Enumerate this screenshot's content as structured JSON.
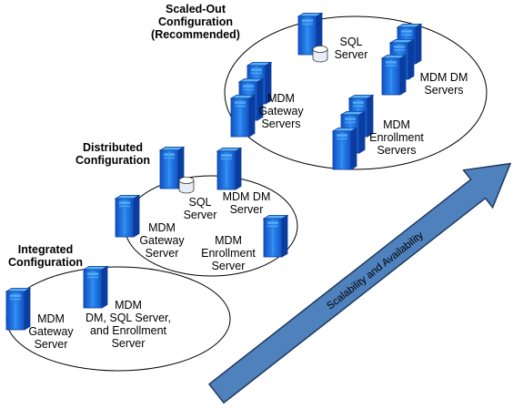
{
  "arrow": {
    "label": "Scalability and Availability",
    "fill_color": "#4f81bd",
    "stroke_color": "#1f3a5f"
  },
  "server_colors": {
    "dark": "#0a3d9e",
    "mid": "#1565d8",
    "light": "#5ab0f5",
    "ellipse_stroke": "#000000"
  },
  "integrated": {
    "title": [
      "Integrated",
      "Configuration"
    ],
    "gateway": [
      "MDM",
      "Gateway",
      "Server"
    ],
    "combined": [
      "MDM",
      "DM, SQL Server,",
      "and Enrollment",
      "Server"
    ]
  },
  "distributed": {
    "title": [
      "Distributed",
      "Configuration"
    ],
    "sql": [
      "SQL",
      "Server"
    ],
    "dm": [
      "MDM DM",
      "Server"
    ],
    "gateway": [
      "MDM",
      "Gateway",
      "Server"
    ],
    "enrollment": [
      "MDM",
      "Enrollment",
      "Server"
    ]
  },
  "scaled_out": {
    "title": [
      "Scaled-Out",
      "Configuration",
      "(Recommended)"
    ],
    "sql": [
      "SQL",
      "Server"
    ],
    "dm": [
      "MDM DM",
      "Servers"
    ],
    "gateway": [
      "MDM",
      "Gateway",
      "Servers"
    ],
    "enrollment": [
      "MDM",
      "Enrollment",
      "Servers"
    ]
  },
  "icons": [
    "server-tower-icon",
    "database-cylinder-icon"
  ]
}
